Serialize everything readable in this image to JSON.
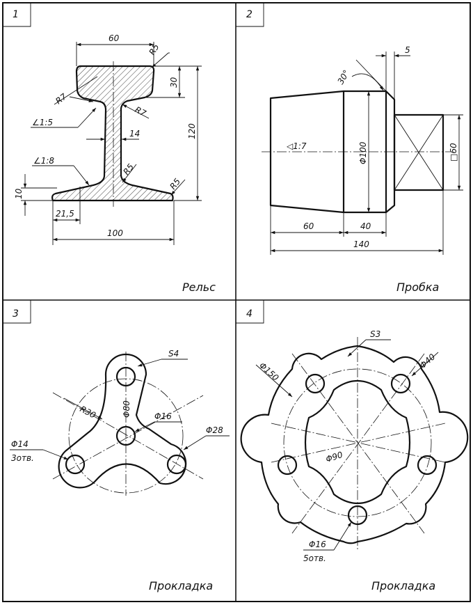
{
  "panels": [
    {
      "number": "1",
      "title": "Рельс",
      "dims": {
        "top_width": "60",
        "r_top": "R5",
        "r_left": "R7",
        "r_right": "R7",
        "head_height": "30",
        "total_height": "120",
        "slope_head": "∠1:5",
        "web": "14",
        "slope_base": "∠1:8",
        "r_web": "R5",
        "r_base": "R5",
        "base_thickness": "10",
        "toe": "21,5",
        "base_width": "100"
      }
    },
    {
      "number": "2",
      "title": "Пробка",
      "dims": {
        "chamfer": "5",
        "angle": "30°",
        "taper": "◁1:7",
        "diameter": "Φ100",
        "square": "□60",
        "len_a": "60",
        "len_b": "40",
        "len_total": "140"
      }
    },
    {
      "number": "3",
      "title": "Прокладка",
      "dims": {
        "thickness": "S4",
        "radius": "R30",
        "circle": "Φ80",
        "center_hole": "Φ16",
        "boss": "Φ28",
        "holes": "Φ14",
        "holes_count": "3отв."
      }
    },
    {
      "number": "4",
      "title": "Прокладка",
      "dims": {
        "thickness": "S3",
        "outer": "Φ150",
        "boss": "Φ40",
        "circle": "Φ90",
        "holes": "Φ16",
        "holes_count": "5отв."
      }
    }
  ]
}
